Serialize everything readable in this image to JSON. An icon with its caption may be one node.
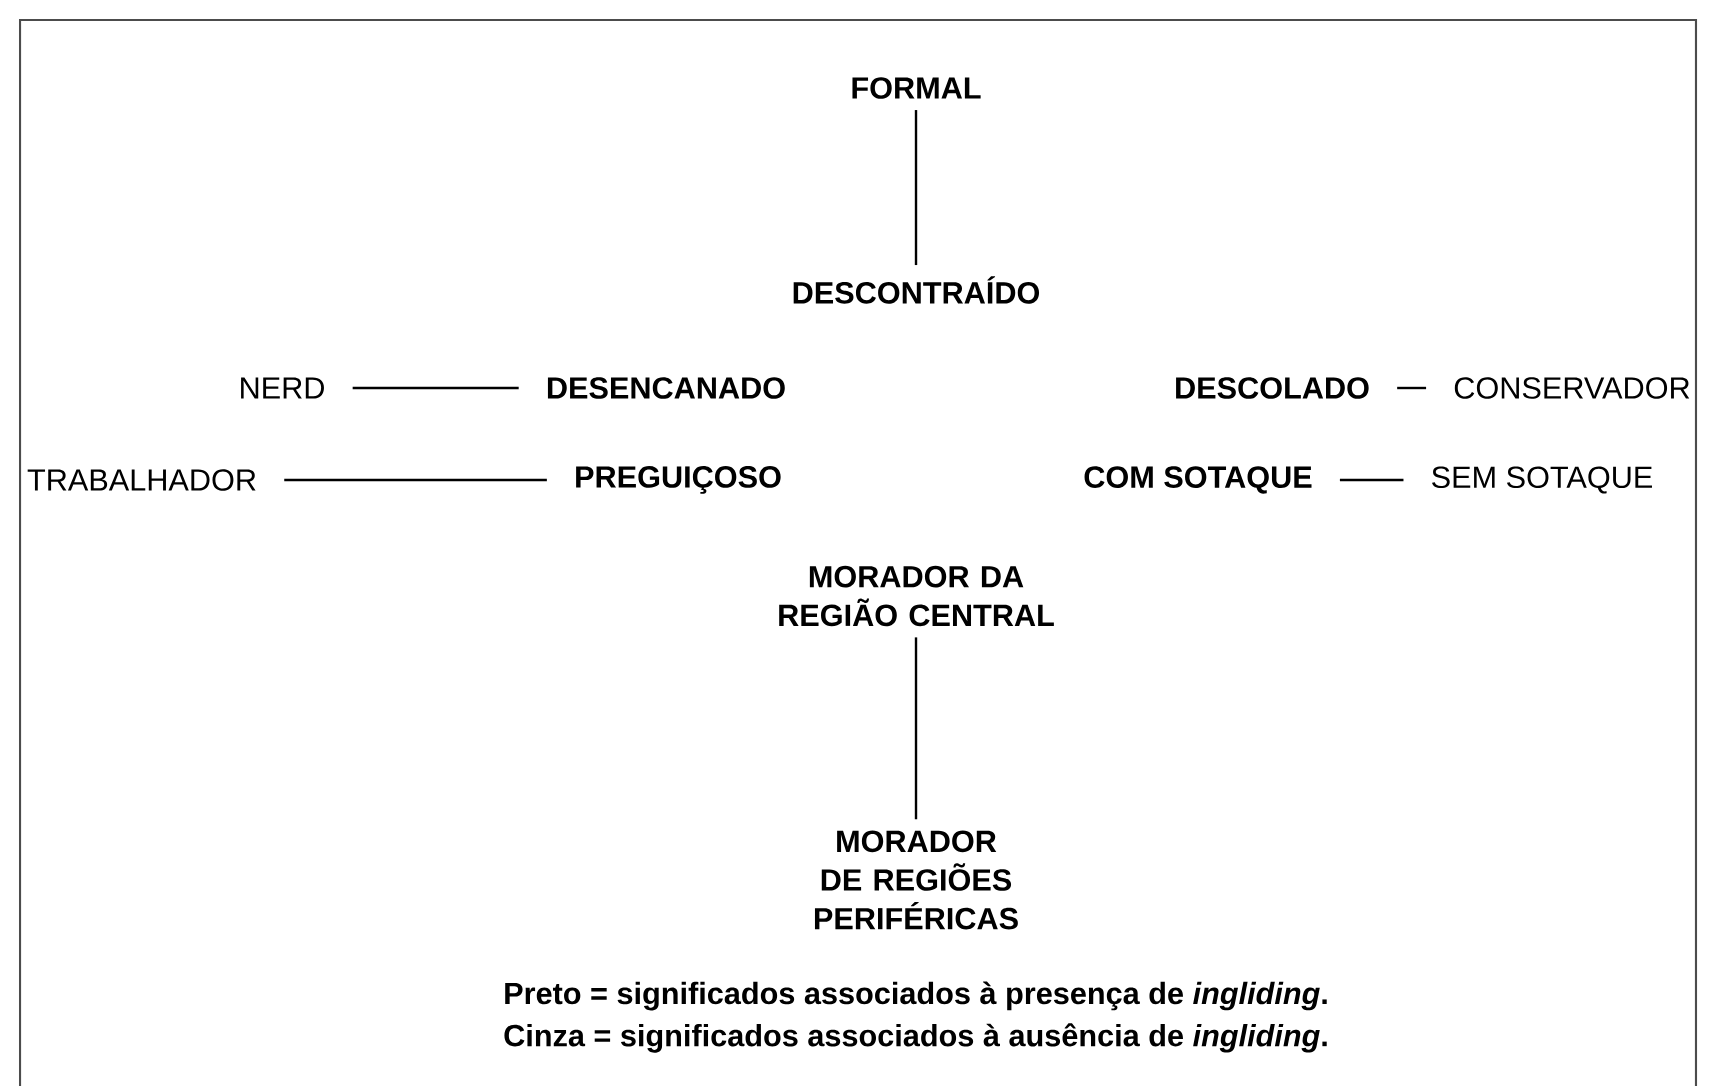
{
  "diagram": {
    "nodes": [
      {
        "text": [
          "FORMAL"
        ]
      },
      {
        "text": [
          "DESCONTRAÍDO"
        ]
      },
      {
        "text": [
          "NERD"
        ]
      },
      {
        "text": [
          "DESENCANADO"
        ]
      },
      {
        "text": [
          "DESCOLADO"
        ]
      },
      {
        "text": [
          "CONSERVADOR"
        ]
      },
      {
        "text": [
          "TRABALHADOR"
        ]
      },
      {
        "text": [
          "PREGUIÇOSO"
        ]
      },
      {
        "text": [
          "COM SOTAQUE"
        ]
      },
      {
        "text": [
          "SEM SOTAQUE"
        ]
      },
      {
        "text": [
          "MORADOR DA REGIÃO CENTRAL"
        ]
      },
      {
        "text": [
          "MORADOR DE REGIÕES PERIFÉRICAS"
        ]
      }
    ],
    "edges": [
      {
        "from": 0,
        "to": 1,
        "arrow": "none"
      },
      {
        "from": 2,
        "to": 3,
        "arrow": "none"
      },
      {
        "from": 4,
        "to": 5,
        "arrow": "none"
      },
      {
        "from": 6,
        "to": 7,
        "arrow": "none"
      },
      {
        "from": 8,
        "to": 9,
        "arrow": "none"
      },
      {
        "from": 10,
        "to": 11,
        "arrow": "none"
      }
    ],
    "labels": [
      "Preto = significados associados à presença de *ingliding*.",
      "Cinza = significados associados à ausência de *ingliding*."
    ]
  }
}
